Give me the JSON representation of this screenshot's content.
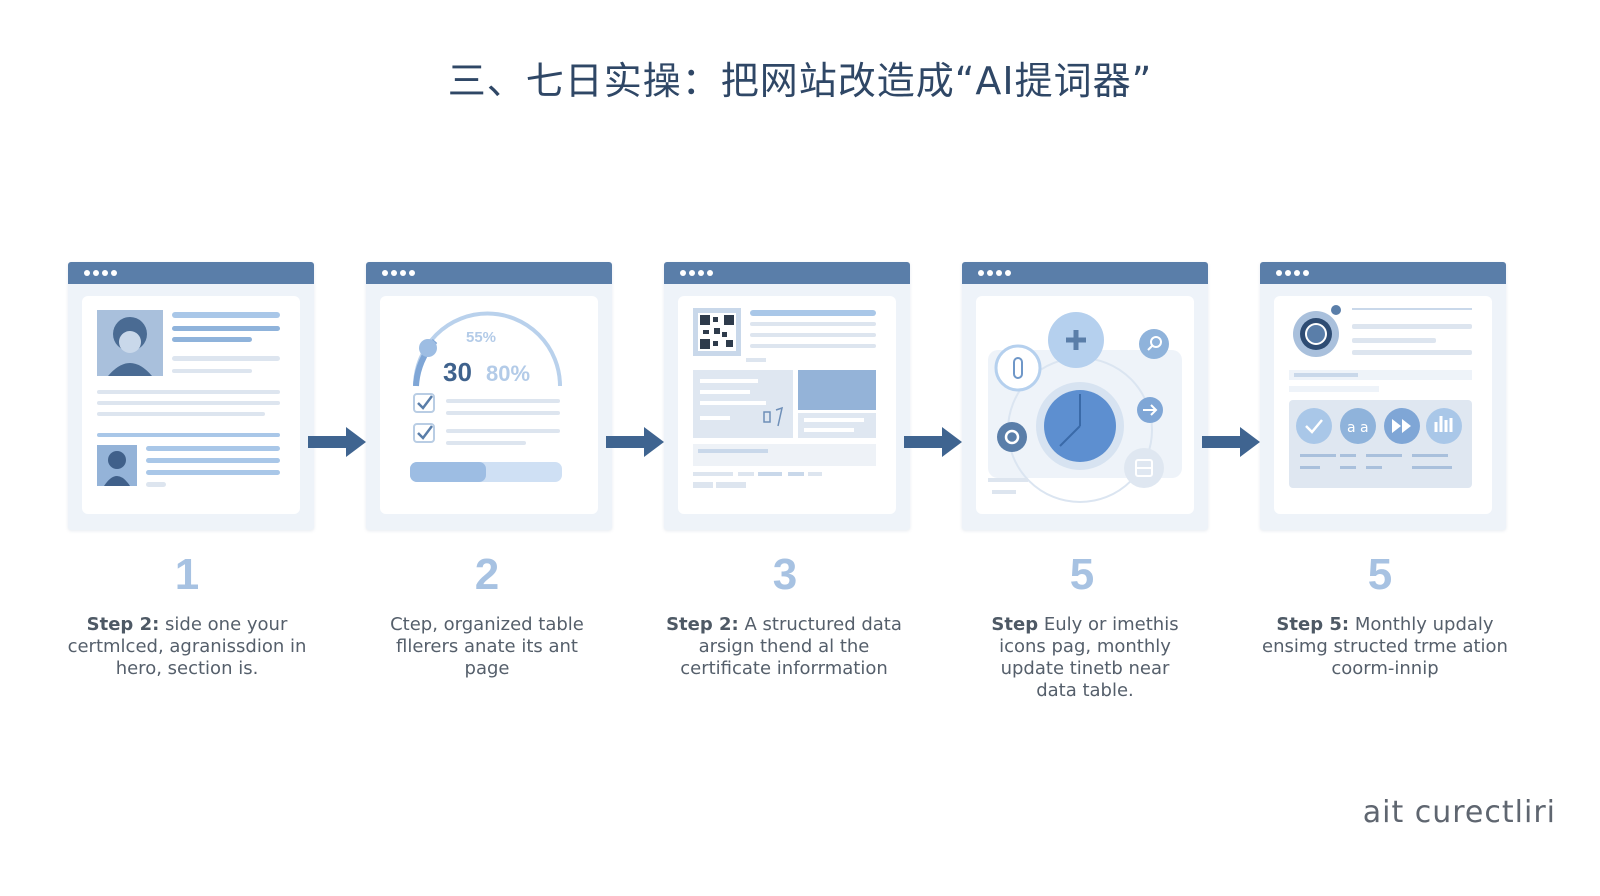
{
  "title": "三、七日实操：把网站改造成“AI提词器”",
  "steps": [
    {
      "number": "1",
      "label": "Step 2:",
      "text": "side one your certmlced, agranissdion in hero, section is."
    },
    {
      "number": "2",
      "label": "",
      "text": "Ctep, organized table fllerers anate its ant page"
    },
    {
      "number": "3",
      "label": "Step 2:",
      "text": "A structured data arsign thend al the certificate inforrmation"
    },
    {
      "number": "5",
      "label": "Step",
      "text": "Euly or imethis icons pag, monthly update tinetb near data table."
    },
    {
      "number": "5",
      "label": "Step 5:",
      "text": "Monthly updaly ensimg structed trme ation coorm-innip"
    }
  ],
  "card2": {
    "pct_top": "55%",
    "value": "30",
    "pct_right": "80%"
  },
  "brand": "ait curectliri",
  "colors": {
    "accent": "#5a7ea9",
    "light": "#a7c2e2",
    "arrow": "#3f6490"
  },
  "icons": [
    "avatar-icon",
    "gauge-icon",
    "checkbox-icon",
    "qr-code-icon",
    "plus-icon",
    "search-icon",
    "clock-icon",
    "arrow-icon",
    "check-icon",
    "play-icon",
    "bars-icon"
  ]
}
